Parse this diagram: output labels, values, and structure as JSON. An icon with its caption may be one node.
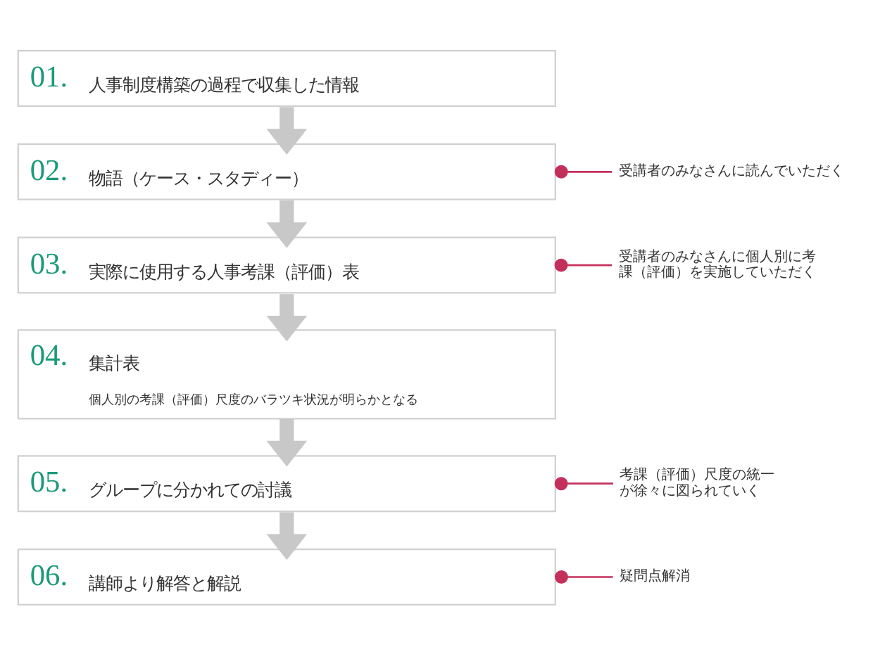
{
  "diagram": {
    "nodes": [
      {
        "text": [
          "01.",
          "人事制度構築の過程で収集した情報"
        ]
      },
      {
        "text": [
          "02.",
          "物語（ケース・スタディー）"
        ]
      },
      {
        "text": [
          "受講者のみなさんに読んでいただく"
        ]
      },
      {
        "text": [
          "03.",
          "実際に使用する人事考課（評価）表"
        ]
      },
      {
        "text": [
          "受講者のみなさんに個人別に考課（評価）を実施していただく"
        ]
      },
      {
        "text": [
          "04.",
          "集計表",
          "個人別の考課（評価）尺度のバラツキ状況が明らかとなる"
        ]
      },
      {
        "text": [
          "05.",
          "グループに分かれての討議"
        ]
      },
      {
        "text": [
          "考課（評価）尺度の統一が徐々に図られていく"
        ]
      },
      {
        "text": [
          "06.",
          "講師より解答と解説"
        ]
      },
      {
        "text": [
          "疑問点解消"
        ]
      }
    ],
    "edges": [
      {
        "from": 0,
        "to": 1,
        "arrow": "to"
      },
      {
        "from": 1,
        "to": 3,
        "arrow": "to"
      },
      {
        "from": 3,
        "to": 5,
        "arrow": "to"
      },
      {
        "from": 5,
        "to": 6,
        "arrow": "to"
      },
      {
        "from": 6,
        "to": 8,
        "arrow": "to"
      },
      {
        "from": 2,
        "to": 1,
        "arrow": "other",
        "color": "#c4305c"
      },
      {
        "from": 4,
        "to": 3,
        "arrow": "other",
        "color": "#c4305c"
      },
      {
        "from": 7,
        "to": 6,
        "arrow": "other",
        "color": "#c4305c"
      },
      {
        "from": 9,
        "to": 8,
        "arrow": "other",
        "color": "#c4305c"
      }
    ]
  }
}
